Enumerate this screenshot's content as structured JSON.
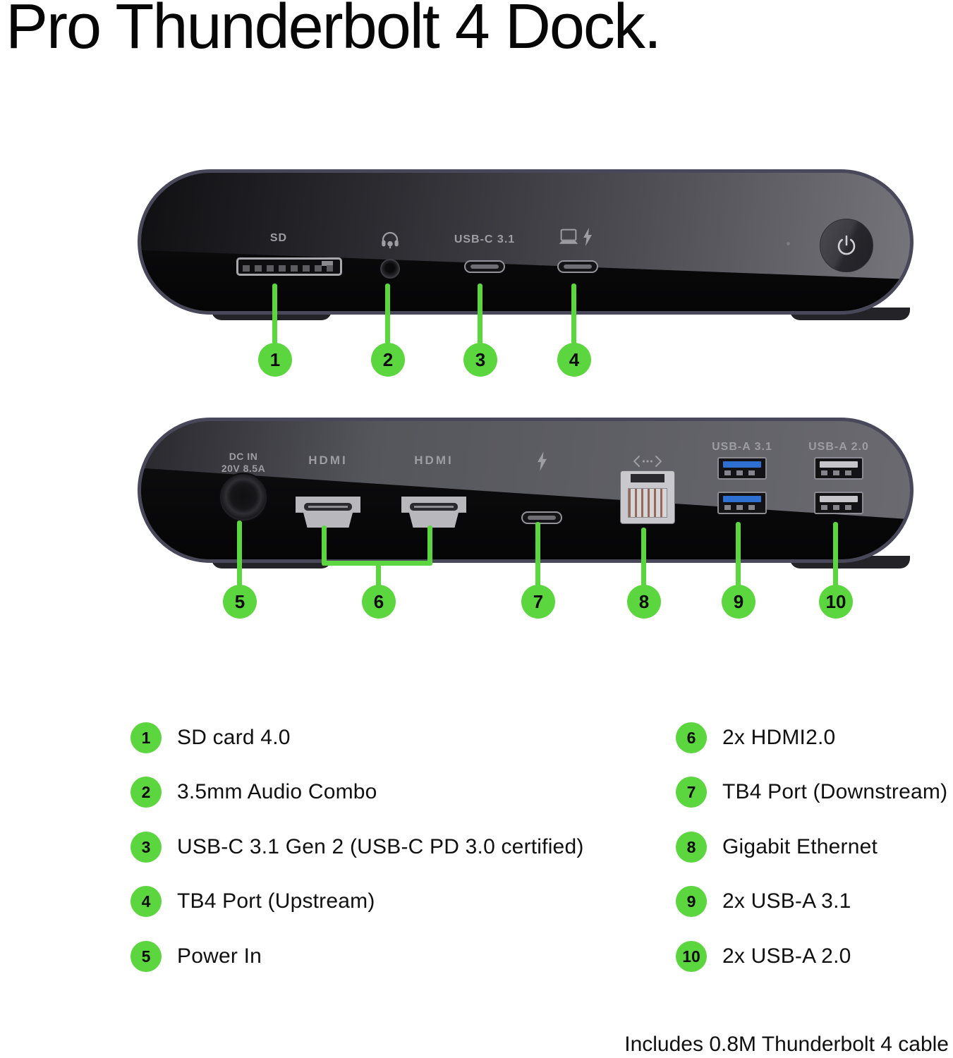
{
  "title": "Pro Thunderbolt 4 Dock.",
  "footer_note": "Includes 0.8M Thunderbolt 4 cable",
  "colors": {
    "callout_green": "#5cd63e",
    "usb31_blue": "#2e6fd2",
    "dock_rim": "#48485a",
    "panel_label_gray": "#9d9da3"
  },
  "icons": [
    "headset-icon",
    "laptop-icon",
    "lightning-icon",
    "power-icon",
    "thunderbolt-icon",
    "ethernet-icon"
  ],
  "front_panel": {
    "sd_label": "SD",
    "usbc_label": "USB-C 3.1"
  },
  "rear_panel": {
    "dc_in_line1": "DC IN",
    "dc_in_line2": "20V 8.5A",
    "hdmi1_label": "HDMI",
    "hdmi2_label": "HDMI",
    "usba31_label": "USB-A 3.1",
    "usba20_label": "USB-A 2.0"
  },
  "callouts": {
    "front": [
      "1",
      "2",
      "3",
      "4"
    ],
    "rear": [
      "5",
      "6",
      "7",
      "8",
      "9",
      "10"
    ]
  },
  "legend": {
    "left": [
      {
        "num": "1",
        "label": "SD card 4.0"
      },
      {
        "num": "2",
        "label": "3.5mm Audio Combo"
      },
      {
        "num": "3",
        "label": "USB-C 3.1 Gen 2 (USB-C PD 3.0 certified)"
      },
      {
        "num": "4",
        "label": "TB4 Port (Upstream)"
      },
      {
        "num": "5",
        "label": "Power In"
      }
    ],
    "right": [
      {
        "num": "6",
        "label": "2x HDMI2.0"
      },
      {
        "num": "7",
        "label": "TB4 Port (Downstream)"
      },
      {
        "num": "8",
        "label": "Gigabit Ethernet"
      },
      {
        "num": "9",
        "label": "2x USB-A 3.1"
      },
      {
        "num": "10",
        "label": "2x USB-A 2.0"
      }
    ]
  }
}
